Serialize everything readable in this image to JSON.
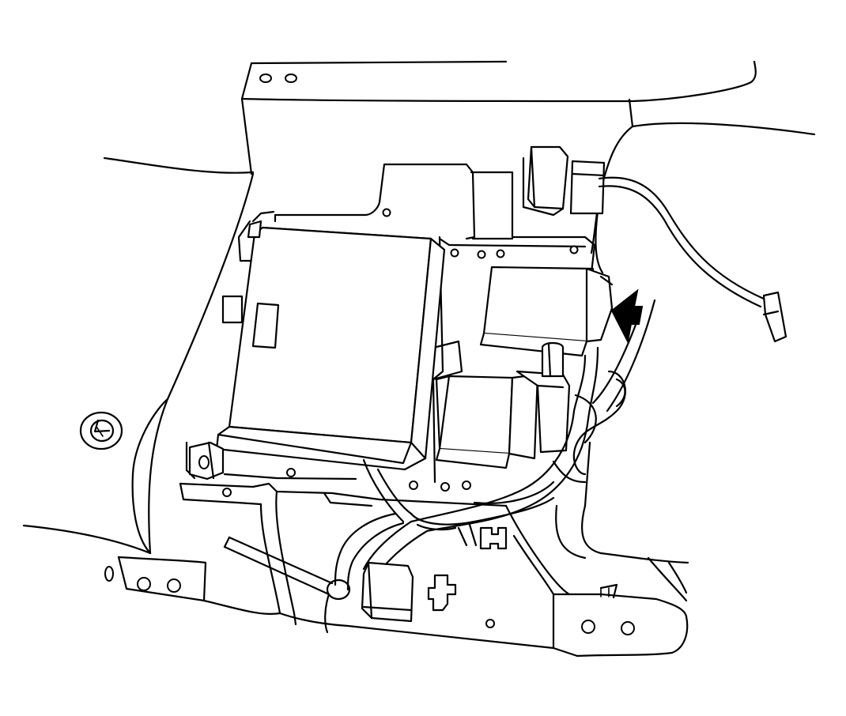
{
  "diagram": {
    "style": "black line drawing on white",
    "colors": {
      "line": "#000000",
      "background": "#ffffff",
      "arrow": "#000000"
    },
    "components": [
      {
        "id": "control-module",
        "kind": "rectangular module housing"
      },
      {
        "id": "upper-relay",
        "kind": "rectangular relay block"
      },
      {
        "id": "lower-relay",
        "kind": "rectangular relay block with connector"
      },
      {
        "id": "wiring-harness",
        "kind": "bundled wires"
      },
      {
        "id": "pigtail-connector",
        "kind": "wire lead with plug"
      },
      {
        "id": "mounting-bracket",
        "kind": "sheet metal bracket with holes"
      },
      {
        "id": "pointer-arrow",
        "kind": "solid arrow pointing at upper relay"
      }
    ]
  }
}
